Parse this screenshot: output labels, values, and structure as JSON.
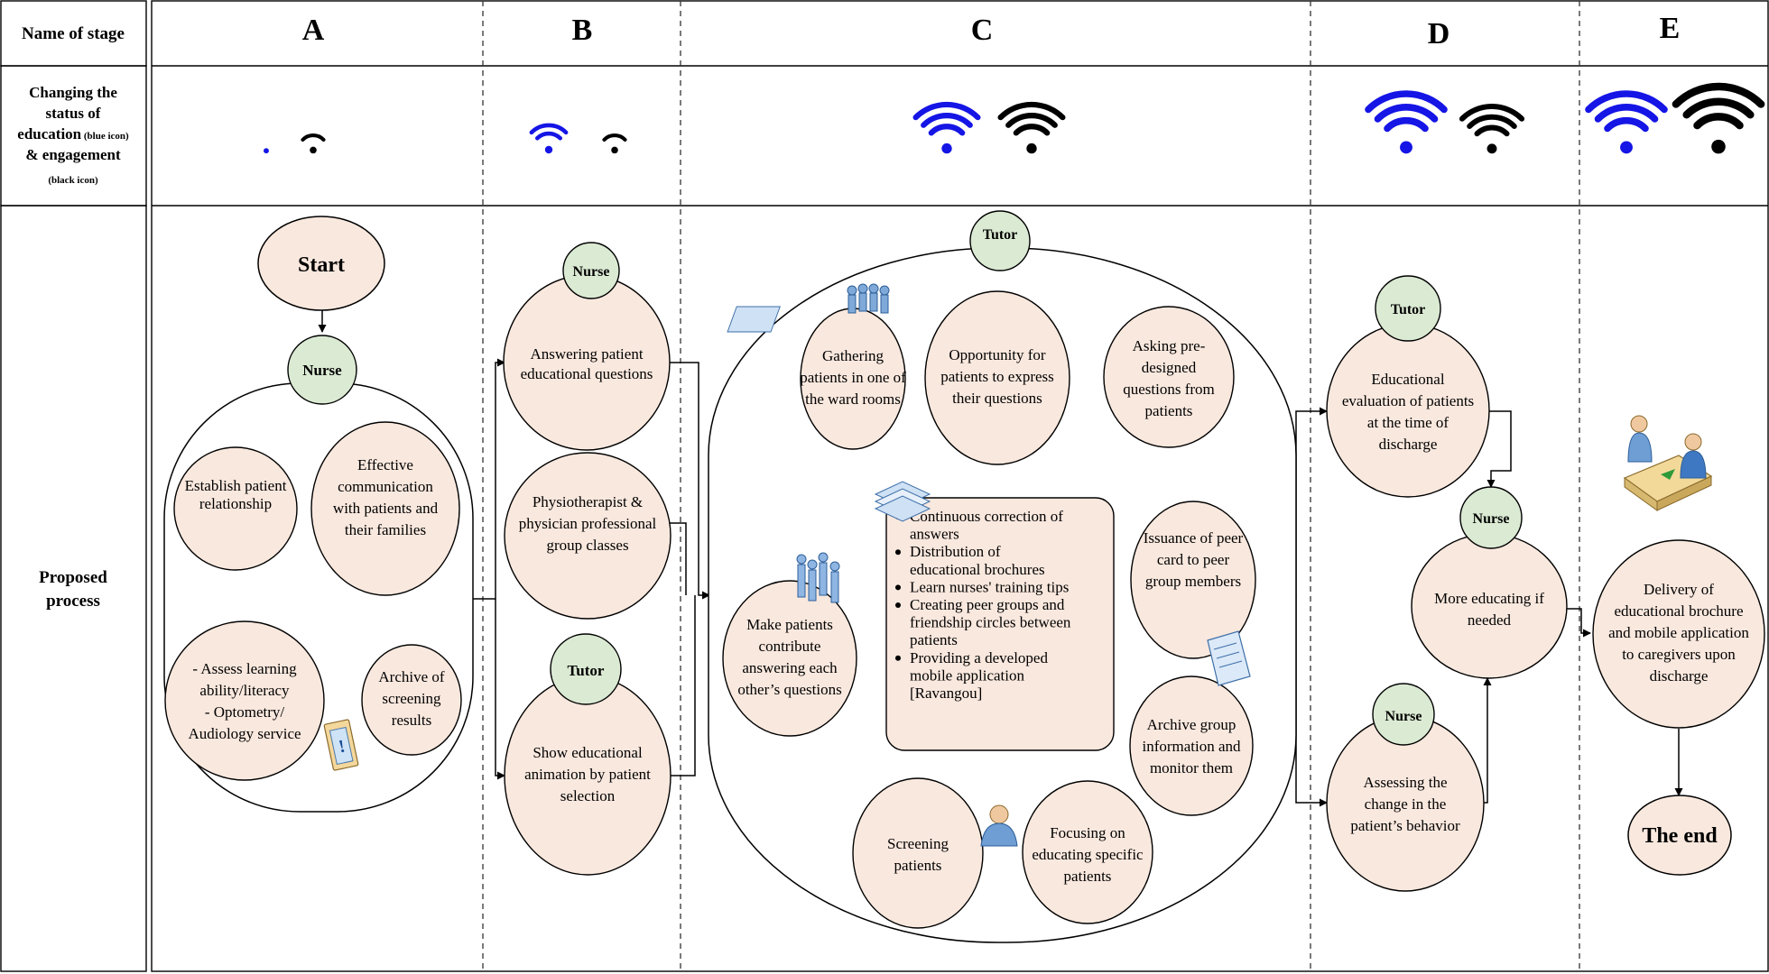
{
  "rows": {
    "stage_label": "Name of stage",
    "status_label": {
      "line1": "Changing the",
      "line2": "status of",
      "line3_main": "education",
      "line3_small": " (blue icon)",
      "line4_main": "& engagement",
      "line5_small": "(black icon)"
    },
    "process_label": {
      "line1": "Proposed",
      "line2": "process"
    }
  },
  "stages": [
    "A",
    "B",
    "C",
    "D",
    "E"
  ],
  "status_levels": {
    "note": "wifi arcs shown (0 = dot only, 3 = full), blue = education, black = engagement",
    "A": {
      "education": 0,
      "engagement": 1
    },
    "B": {
      "education": 2,
      "engagement": 1
    },
    "C": {
      "education": 3,
      "engagement": 3
    },
    "D": {
      "education": 3,
      "engagement": 3
    },
    "E": {
      "education": 3,
      "engagement": 3
    }
  },
  "colors": {
    "node_fill": "#f9e8de",
    "role_fill": "#dbead3",
    "education_icon": "#1515e6",
    "engagement_icon": "#000000",
    "stroke": "#000000"
  },
  "A": {
    "start": "Start",
    "role": "Nurse",
    "establish": [
      "Establish patient",
      "relationship"
    ],
    "effective": [
      "Effective",
      "communication",
      "with patients and",
      "their families"
    ],
    "assess": [
      "- Assess learning",
      "ability/literacy",
      "- Optometry/",
      "Audiology service"
    ],
    "archive": [
      "Archive of",
      "screening",
      "results"
    ]
  },
  "B": {
    "role_top": "Nurse",
    "answering": [
      "Answering patient",
      "educational questions"
    ],
    "physio": [
      "Physiotherapist &",
      "physician professional",
      "group classes"
    ],
    "role_bottom": "Tutor",
    "show": [
      "Show educational",
      "animation by patient",
      "selection"
    ]
  },
  "C": {
    "role": "Tutor",
    "gathering": [
      "Gathering",
      "patients in one of",
      "the ward rooms"
    ],
    "opportunity": [
      "Opportunity for",
      "patients to express",
      "their questions"
    ],
    "asking": [
      "Asking pre-",
      "designed",
      "questions from",
      "patients"
    ],
    "make": [
      "Make patients",
      "contribute",
      "answering each",
      "other’s questions"
    ],
    "box_items": [
      [
        "Continuous correction of",
        "answers"
      ],
      [
        "Distribution of",
        "educational brochures"
      ],
      [
        "Learn nurses' training tips"
      ],
      [
        "Creating peer groups and",
        "friendship circles between",
        "patients"
      ],
      [
        "Providing a developed",
        "mobile application",
        "[Ravangou]"
      ]
    ],
    "issuance": [
      "Issuance of peer",
      "card to peer",
      "group members"
    ],
    "archive_group": [
      "Archive group",
      "information and",
      "monitor them"
    ],
    "screening": [
      "Screening",
      "patients"
    ],
    "focusing": [
      "Focusing on",
      "educating specific",
      "patients"
    ]
  },
  "D": {
    "role_top": "Tutor",
    "evaluation": [
      "Educational",
      "evaluation of patients",
      "at the time of",
      "discharge"
    ],
    "role_mid": "Nurse",
    "more": [
      "More educating if",
      "needed"
    ],
    "role_bottom": "Nurse",
    "assessing": [
      "Assessing the",
      "change in the",
      "patient’s behavior"
    ]
  },
  "E": {
    "delivery": [
      "Delivery of",
      "educational brochure",
      "and mobile application",
      "to caregivers upon",
      "discharge"
    ],
    "end": "The end"
  }
}
